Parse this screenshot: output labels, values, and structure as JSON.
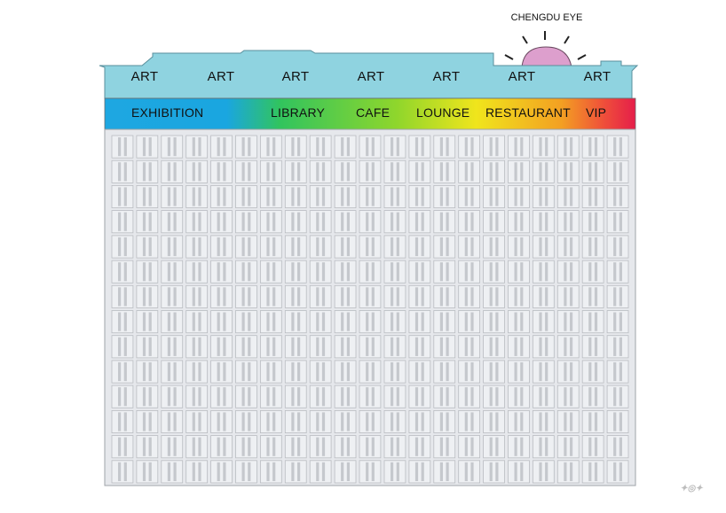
{
  "chengdu_eye": {
    "title": "CHENGDU EYE"
  },
  "roof_labels": [
    "ART",
    "ART",
    "ART",
    "ART",
    "ART",
    "ART",
    "ART"
  ],
  "function_band": {
    "exhibition": "EXHIBITION",
    "library": "LIBRARY",
    "cafe": "CAFE",
    "lounge": "LOUNGE",
    "restaurant": "RESTAURANT",
    "vip": "VIP"
  },
  "colors": {
    "roof": "#8fd3e0",
    "eye_dome": "#dd9fcd",
    "facade": "#e6e8ec",
    "band_stops": [
      "#1ea7e1",
      "#1cc3c9",
      "#3ec83f",
      "#c7df23",
      "#f3e21b",
      "#f28b23",
      "#e51e4a"
    ]
  }
}
